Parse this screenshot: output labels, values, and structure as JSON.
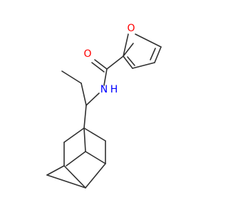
{
  "molecule": {
    "colors": {
      "bond": "#303030",
      "oxygen": "#ff0000",
      "nitrogen": "#0000ff",
      "background": "#ffffff"
    },
    "atom_labels": {
      "furan_oxygen": "O",
      "carbonyl_oxygen": "O",
      "amide_nitrogen": "N",
      "amide_hydrogen": "H"
    }
  }
}
